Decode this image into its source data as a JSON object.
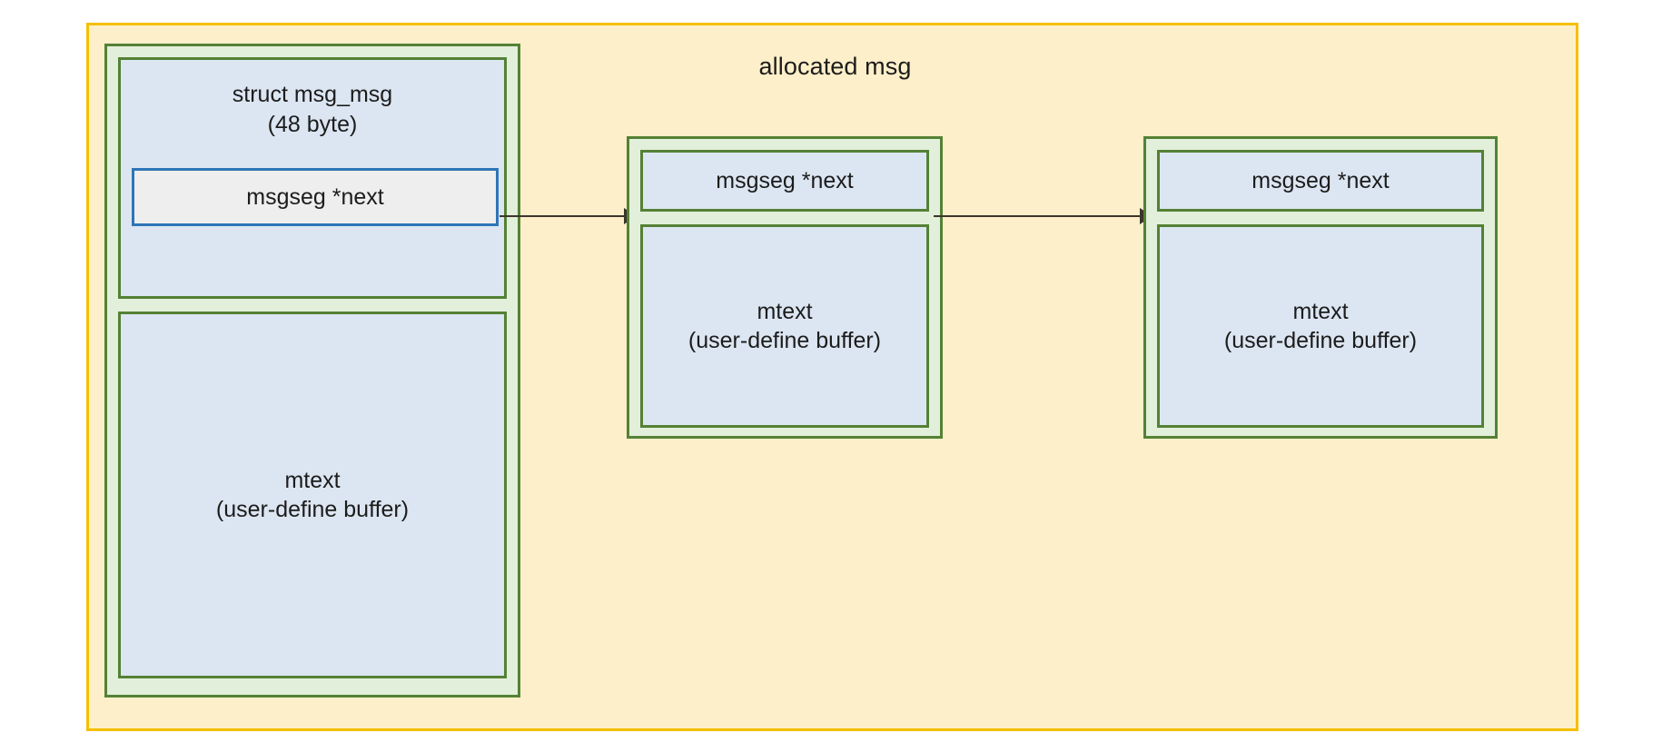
{
  "diagram": {
    "title": "allocated msg",
    "colors": {
      "outer_fill": "#fdefc9",
      "outer_border": "#f5bf00",
      "segment_fill": "#e2efda",
      "segment_border": "#548135",
      "field_fill": "#dce6f2",
      "pointer_slot_fill": "#eeeeee",
      "pointer_slot_border": "#2e75b6",
      "arrow": "#3b352c",
      "text": "#1c1c1c"
    }
  },
  "blocks": {
    "first": {
      "struct_title": "struct msg_msg\n(48 byte)",
      "pointer_label": "msgseg *next",
      "mtext_label": "mtext\n(user-define buffer)"
    },
    "second": {
      "pointer_label": "msgseg *next",
      "mtext_label": "mtext\n(user-define buffer)"
    },
    "third": {
      "pointer_label": "msgseg *next",
      "mtext_label": "mtext\n(user-define buffer)"
    }
  }
}
